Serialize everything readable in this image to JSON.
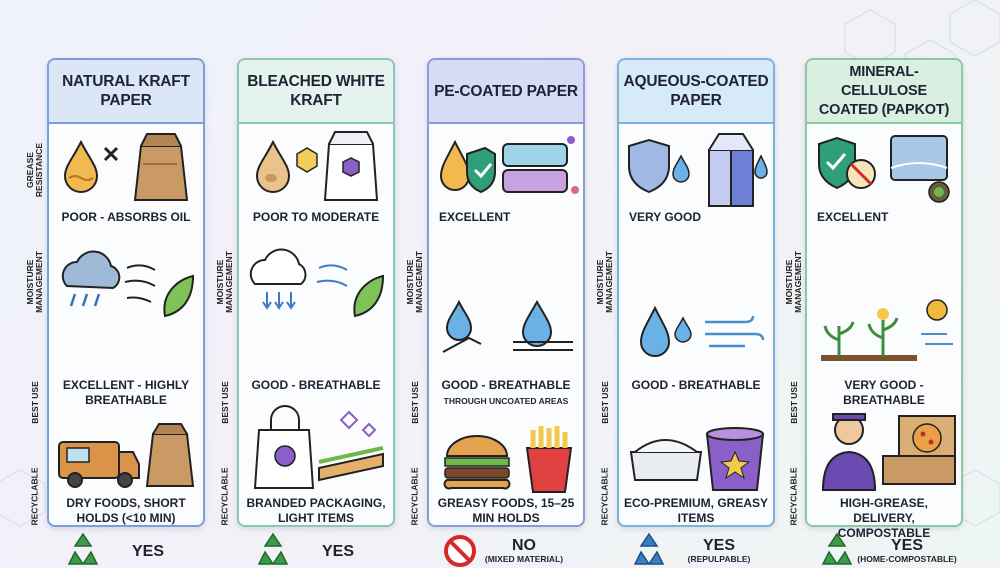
{
  "columns": [
    {
      "title": "NATURAL KRAFT PAPER",
      "head_color": "#dbe7f7",
      "border_color": "#7ea3d6",
      "grease": "POOR - ABSORBS OIL",
      "moisture": "EXCELLENT - HIGHLY BREATHABLE",
      "moisture_sub": "",
      "best_use": "DRY FOODS, SHORT HOLDS (<10 MIN)",
      "recyclable": "YES",
      "recyclable_sub": ""
    },
    {
      "title": "BLEACHED WHITE KRAFT",
      "head_color": "#e4f3ee",
      "border_color": "#8cc7b3",
      "grease": "POOR TO MODERATE",
      "moisture": "GOOD - BREATHABLE",
      "moisture_sub": "",
      "best_use": "BRANDED PACKAGING, LIGHT ITEMS",
      "recyclable": "YES",
      "recyclable_sub": ""
    },
    {
      "title": "PE-COATED PAPER",
      "head_color": "#d6dcf5",
      "border_color": "#8d9ad8",
      "grease": "EXCELLENT",
      "moisture": "GOOD - BREATHABLE",
      "moisture_sub": "THROUGH UNCOATED AREAS",
      "best_use": "GREASY FOODS, 15–25 MIN HOLDS",
      "recyclable": "NO",
      "recyclable_sub": "(MIXED MATERIAL)"
    },
    {
      "title": "AQUEOUS-COATED PAPER",
      "head_color": "#d7eaf7",
      "border_color": "#7db1d9",
      "grease": "VERY GOOD",
      "moisture": "GOOD - BREATHABLE",
      "moisture_sub": "",
      "best_use": "ECO-PREMIUM, GREASY ITEMS",
      "recyclable": "YES",
      "recyclable_sub": "(REPULPABLE)"
    },
    {
      "title": "MINERAL-CELLULOSE COATED (PAPKOT)",
      "head_color": "#d9efe1",
      "border_color": "#8ec7a4",
      "grease": "EXCELLENT",
      "moisture": "VERY GOOD - BREATHABLE",
      "moisture_sub": "",
      "best_use": "HIGH-GREASE, DELIVERY, COMPOSTABLE",
      "recyclable": "YES",
      "recyclable_sub": "(HOME-COMPOSTABLE)"
    }
  ],
  "row_labels": {
    "grease": "GREASE RESISTANCE",
    "moisture": "MOISTURE MANAGEMENT",
    "best_use": "BEST USE",
    "recyclable": "RECYCLABLE"
  },
  "icons": {
    "grease": [
      "oil-drop-x-icon",
      "oil-drop-stain-icon",
      "shield-check-drop-icon",
      "shield-drops-icon",
      "shield-no-oil-icon"
    ],
    "moisture": [
      "rain-cloud-wind-leaf-icon",
      "cloud-arrows-leaf-icon",
      "water-drop-barrier-icon",
      "water-drop-wind-icon",
      "plants-sun-icon"
    ],
    "best_use": [
      "food-truck-bag-icon",
      "shopping-bag-sandwich-icon",
      "burger-fries-icon",
      "clamshell-bowl-icon",
      "delivery-person-pizza-icon"
    ],
    "recyclable": [
      "recycle-icon",
      "recycle-icon",
      "prohibited-icon",
      "recycle-icon",
      "recycle-icon"
    ]
  }
}
